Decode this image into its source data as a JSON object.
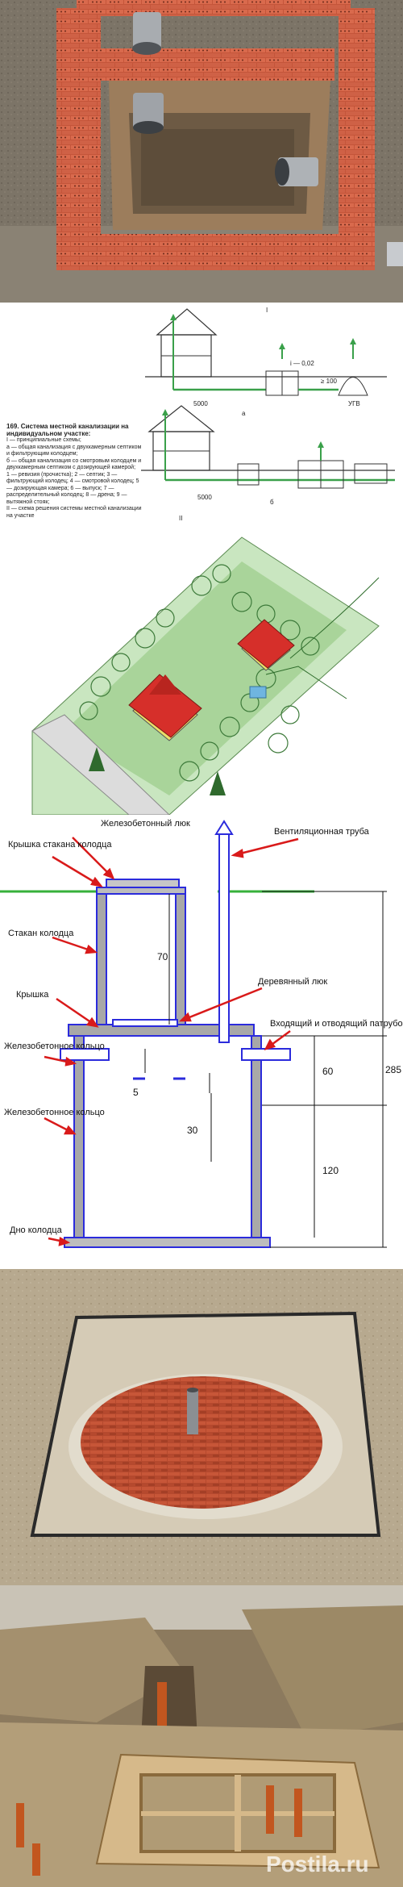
{
  "panels": {
    "brick_chamber_photo": {},
    "septic_schemes": {
      "figure_caption": "169. Система местной канализации на индивидуальном участке:",
      "caption_lines": [
        "I — принципиальные схемы;",
        "а — общая канализация с двухкамерным септиком и фильтрующим колодцем;",
        "б — общая канализация со смотровым колодцем и двухкамерным септиком с дозирующей камерой;",
        "1 — ревизия (прочистка); 2 — септик; 3 — фильтрующий колодец; 4 — смотровой колодец; 5 — дозирующая камера; 6 — выпуск; 7 — распределительный колодец; 8 — дрена; 9 — вытяжной стояк;",
        "II — схема решения системы местной канализации на участке"
      ],
      "roman_1": "I",
      "roman_2": "II",
      "label_a": "а",
      "label_b": "б",
      "dim_a": "5000",
      "dim_b": "5000",
      "dim_c": "≥ 100",
      "dim_d": "i — 0,02",
      "dim_e": "УГВ"
    },
    "well_diagram": {
      "labels": {
        "concrete_hatch": "Железобетонный люк",
        "well_cover": "Крышка стакана колодца",
        "vent_pipe": "Вентиляционная труба",
        "well_shaft": "Стакан колодца",
        "wooden_hatch": "Деревянный люк",
        "lid": "Крышка",
        "pipes": "Входящий и отводящий патрубок",
        "ring_1": "Железобетонное кольцо",
        "ring_2": "Железобетонное кольцо",
        "bottom": "Дно колодца"
      },
      "dims": {
        "d70": "70",
        "d60": "60",
        "d5": "5",
        "d30": "30",
        "d120": "120",
        "d285": "285"
      }
    },
    "brick_dome_photo": {},
    "wooden_form_photo": {
      "watermark": "Postila.ru"
    }
  }
}
